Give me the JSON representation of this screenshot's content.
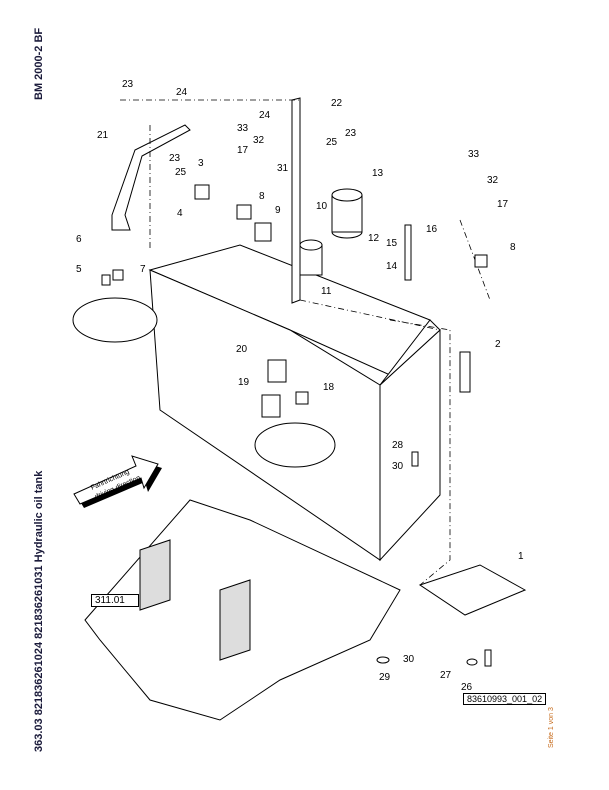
{
  "header": {
    "model": "BM 2000-2 BF"
  },
  "footer": {
    "title": "363.03 821836261024 821836261031 Hydraulic oil tank",
    "page_indicator": "Seite 1 von 3"
  },
  "diagram": {
    "direction_arrow": {
      "line1": "Fahrtrichtung",
      "line2": "driving direction"
    },
    "reference_box": "311.01",
    "drawing_number": "83610993_001_02",
    "callouts": [
      "1",
      "2",
      "3",
      "4",
      "5",
      "6",
      "7",
      "8",
      "8",
      "9",
      "10",
      "11",
      "12",
      "13",
      "14",
      "15",
      "16",
      "17",
      "17",
      "18",
      "19",
      "20",
      "21",
      "22",
      "23",
      "23",
      "23",
      "24",
      "24",
      "25",
      "25",
      "26",
      "27",
      "28",
      "29",
      "30",
      "30",
      "31",
      "32",
      "32",
      "33",
      "33"
    ]
  }
}
